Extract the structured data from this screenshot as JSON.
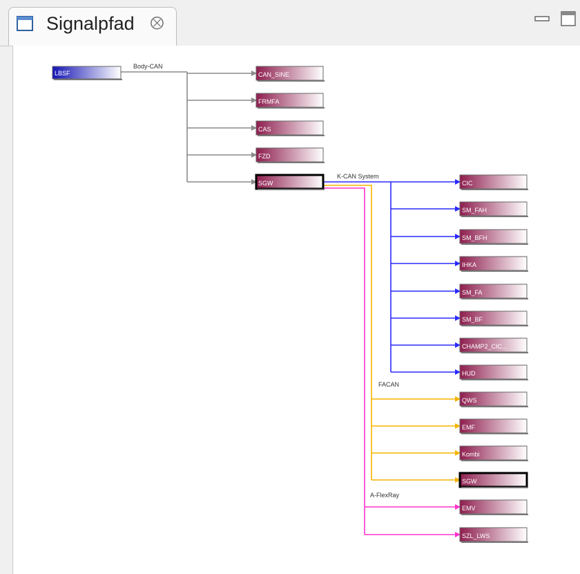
{
  "tab": {
    "title": "Signalpfad",
    "close_icon": "close-icon",
    "view_icon": "window-icon"
  },
  "window_controls": {
    "minimize_icon": "minimize-icon",
    "maximize_icon": "maximize-icon"
  },
  "colors": {
    "source": "#1414b4",
    "node": "#8e1e4e",
    "bodycan": "#8a8a8a",
    "kcan": "#2a2aff",
    "facan": "#f5b400",
    "flexray": "#ff33cc"
  },
  "diagram": {
    "root": "LBSF",
    "buses": [
      {
        "label": "Body-CAN",
        "color": "bodycan"
      },
      {
        "label": "K-CAN System",
        "color": "kcan"
      },
      {
        "label": "FACAN",
        "color": "facan"
      },
      {
        "label": "A-FlexRay",
        "color": "flexray"
      }
    ],
    "body_nodes": [
      "CAN_SINE",
      "FRMFA",
      "CAS",
      "FZD",
      "SGW"
    ],
    "kcan_nodes": [
      "CIC",
      "SM_FAH",
      "SM_BFH",
      "IHKA",
      "SM_FA",
      "SM_BF",
      "CHAMP2_CIC...",
      "HUD"
    ],
    "facan_nodes": [
      "QWS",
      "EMF",
      "Kombi",
      "SGW"
    ],
    "flexray_nodes": [
      "EMV",
      "SZL_LWS"
    ],
    "selected_nodes": [
      "SGW"
    ]
  }
}
